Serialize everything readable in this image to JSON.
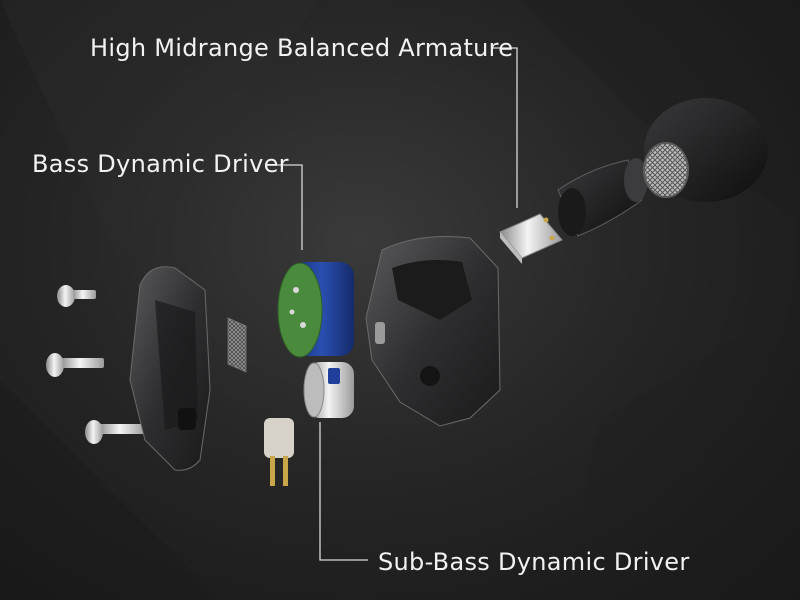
{
  "labels": {
    "balanced_armature": "High Midrange Balanced Armature",
    "bass_driver": "Bass Dynamic Driver",
    "sub_bass_driver": "Sub-Bass Dynamic Driver"
  },
  "colors": {
    "leader_line": "#d8d8d8",
    "driver_blue": "#1f3f9a",
    "pcb_green": "#4a8a3c",
    "shell_dark": "#2e2e30"
  }
}
